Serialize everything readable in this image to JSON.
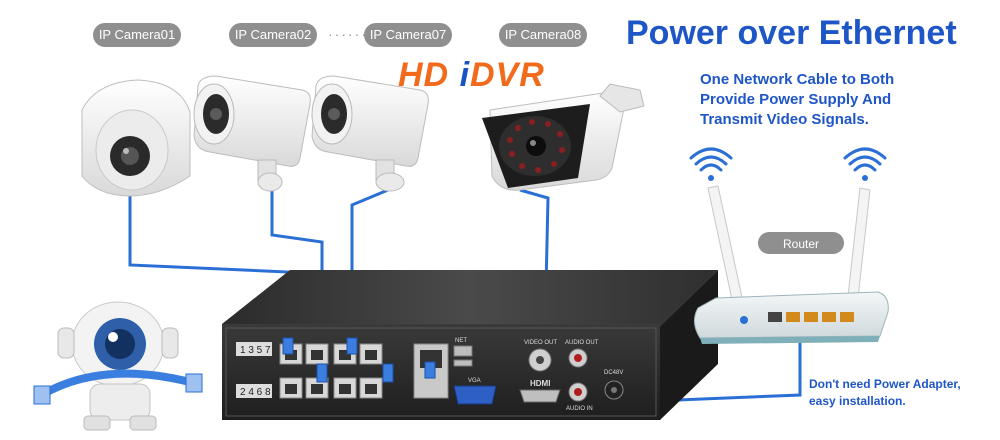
{
  "cameras": [
    {
      "label": "IP Camera01"
    },
    {
      "label": "IP Camera02"
    },
    {
      "label": "IP Camera07"
    },
    {
      "label": "IP Camera08"
    }
  ],
  "camera_ellipsis": "········",
  "brand": {
    "hd": "HD",
    "i": "i",
    "dvr": "DVR"
  },
  "headline": "Power over Ethernet",
  "subtitle": {
    "line1": "One Network Cable to Both",
    "line2": "Provide Power Supply And",
    "line3": "Transmit Video Signals."
  },
  "router_label": "Router",
  "nvr": {
    "port_top_numbers": "1 3 5 7",
    "port_bottom_numbers": "2 4 6 8",
    "net_label": "NET",
    "video_out_label": "VIDEO OUT",
    "audio_out_label": "AUDIO OUT",
    "vga_label": "VGA",
    "hdmi_label": "HDMI",
    "audio_in_label": "AUDIO IN",
    "dc_label": "DC48V"
  },
  "note": {
    "line1": "Don't need Power Adapter,",
    "line2": "easy installation."
  },
  "colors": {
    "title_blue": "#1f56c7",
    "cable_blue": "#2a6fd6",
    "pill_gray": "#8f8f8f",
    "brand_orange": "#f26b1d"
  }
}
